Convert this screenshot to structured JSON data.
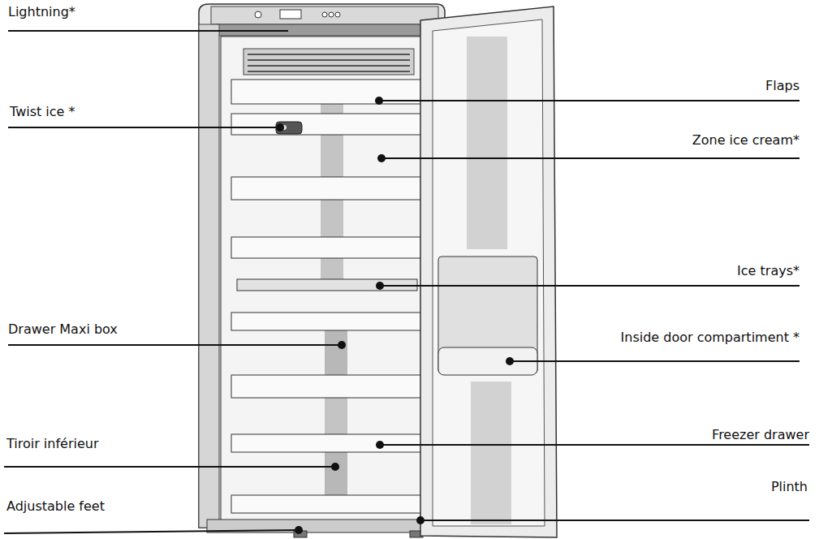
{
  "diagram": {
    "labels": [
      "Lightning*",
      "Flaps",
      "Twist ice *",
      "Zone ice cream*",
      "Ice trays*",
      "Drawer Maxi box",
      "Inside door compartiment *",
      "Freezer drawer",
      "Tiroir inférieur",
      "Plinth",
      "Adjustable feet"
    ]
  }
}
